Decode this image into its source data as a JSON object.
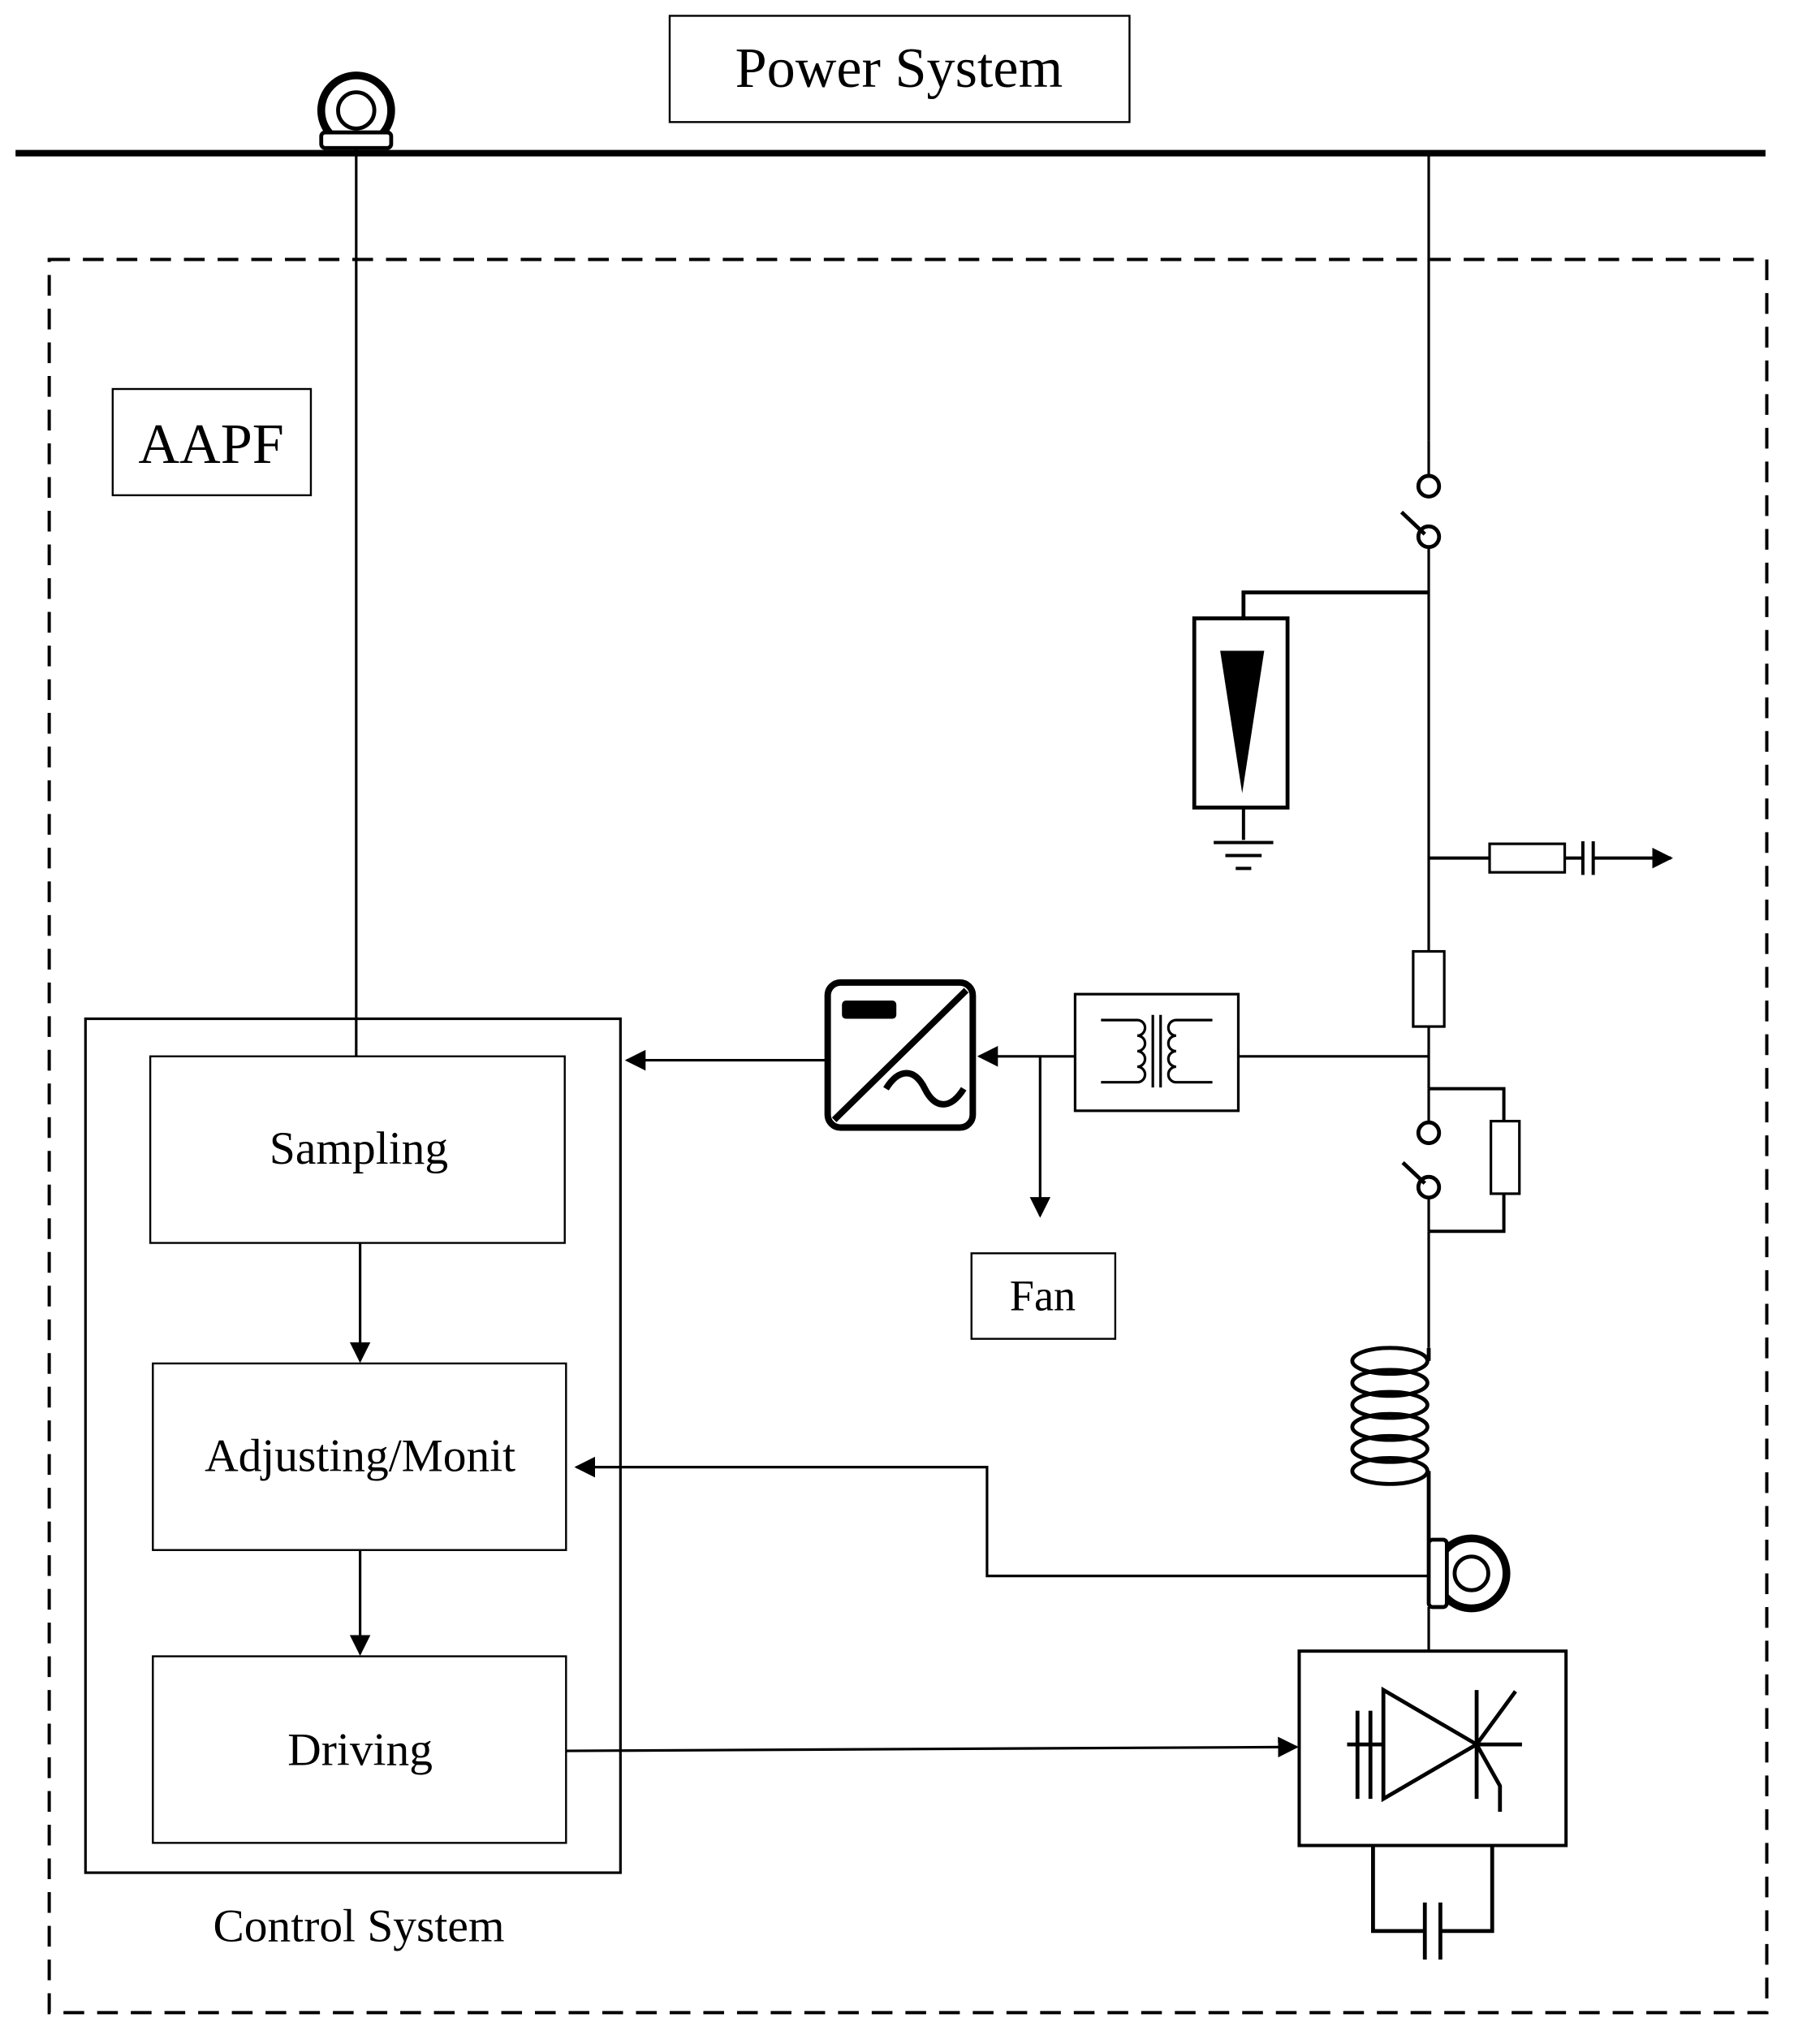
{
  "labels": {
    "power_system": "Power System",
    "aapf": "AAPF",
    "sampling": "Sampling",
    "adjusting": "Adjusting/Monit",
    "driving": "Driving",
    "fan": "Fan",
    "control_system": "Control System"
  },
  "colors": {
    "line": "#000000",
    "background": "#ffffff"
  },
  "icons": [
    "current-transformer-icon",
    "disconnect-switch-icon",
    "surge-arrester-icon",
    "ground-icon",
    "resistor-capacitor-branch-icon",
    "fuse-icon",
    "auxiliary-transformer-icon",
    "ac-dc-converter-icon",
    "bypass-switch-icon",
    "bypass-resistor-icon",
    "inductor-coil-icon",
    "current-sensor-icon",
    "igbt-module-icon",
    "dc-capacitor-icon"
  ]
}
